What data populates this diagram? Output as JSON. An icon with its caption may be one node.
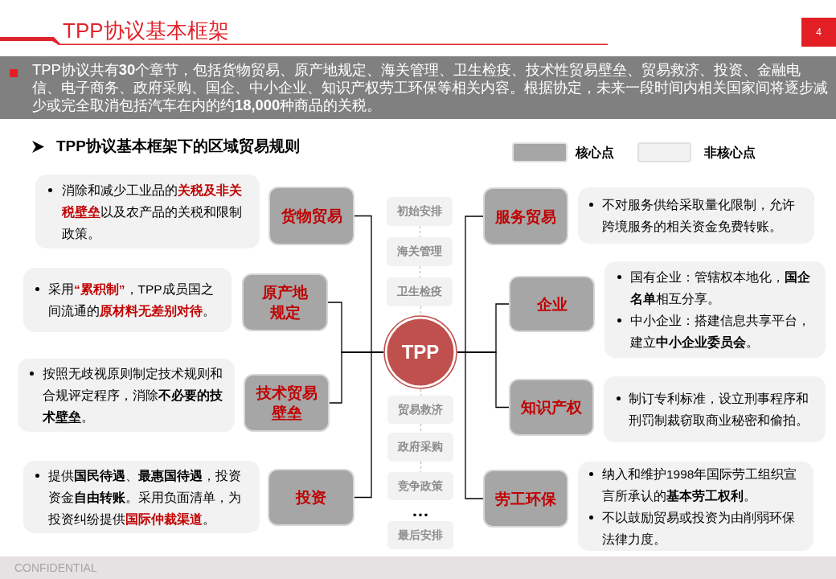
{
  "diagram": {
    "title": "TPP协议基本框架",
    "nodes": [
      {
        "text": [
          "4"
        ]
      },
      {
        "text": [
          "TPP协议共有**30**个章节，包括货物贸易、原产地规定、海关管理、卫生检疫、技术性贸易壁垒、贸易救济、投资、金融电信、电子商务、政府采购、国企、中小企业、知识产权劳工环保等相关内容。根据协定，未来一段时间内相关国家间将逐步减少或完全取消包括汽车在内的约**18,000**种商品的关税。"
        ]
      },
      {
        "text": [
          "消除和减少工业品的**关税及非关税壁垒**以及农产品的关税和限制政策。"
        ]
      },
      {
        "text": [
          "货物贸易"
        ]
      },
      {
        "text": [
          "初始安排"
        ]
      },
      {
        "text": [
          "服务贸易"
        ]
      },
      {
        "text": [
          "不对服务供给采取量化限制，允许跨境服务的相关资金免费转账。"
        ]
      },
      {
        "text": [
          "海关管理"
        ]
      },
      {
        "text": [
          "采用**“累积制”**，TPP成员国之间流通的**原材料无差别对待**。"
        ]
      },
      {
        "text": [
          "原产地规定"
        ]
      },
      {
        "text": [
          "卫生检疫"
        ]
      },
      {
        "text": [
          "企业"
        ]
      },
      {
        "text": [
          "国有企业：管辖权本地化，**国企名单**相互分享。",
          "中小企业：搭建信息共享平台，建立**中小企业委员会**。"
        ]
      },
      {
        "text": [
          "TPP"
        ]
      },
      {
        "text": [
          "按照无歧视原则制定技术规则和合规评定程序，消除**不必要的技术壁垒**。"
        ]
      },
      {
        "text": [
          "技术贸易壁垒"
        ]
      },
      {
        "text": [
          "贸易救济"
        ]
      },
      {
        "text": [
          "知识产权"
        ]
      },
      {
        "text": [
          "制订专利标准，设立刑事程序和刑罚制裁窃取商业秘密和偷拍。"
        ]
      },
      {
        "text": [
          "政府采购"
        ]
      },
      {
        "text": [
          "提供**国民待遇**、**最惠国待遇**，投资资金**自由转账**。采用负面清单，为投资纠纷提供**国际仲裁渠道**。"
        ]
      },
      {
        "text": [
          "投资"
        ]
      },
      {
        "text": [
          "竞争政策"
        ]
      },
      {
        "text": [
          "劳工环保"
        ]
      },
      {
        "text": [
          "纳入和维护1998年国际劳工组织宣言所承认的**基本劳工权利**。",
          "不以鼓励贸易或投资为由削弱环保法律力度。"
        ]
      },
      {
        "text": [
          "最后安排"
        ]
      },
      {
        "text": [
          "CONFIDENTIAL"
        ]
      }
    ],
    "edges": [
      {
        "from": 13,
        "to": 3,
        "arrow": "none"
      },
      {
        "from": 13,
        "to": 9,
        "arrow": "none"
      },
      {
        "from": 13,
        "to": 15,
        "arrow": "none"
      },
      {
        "from": 13,
        "to": 21,
        "arrow": "none"
      },
      {
        "from": 13,
        "to": 5,
        "arrow": "none"
      },
      {
        "from": 13,
        "to": 11,
        "arrow": "none"
      },
      {
        "from": 13,
        "to": 17,
        "arrow": "none"
      },
      {
        "from": 13,
        "to": 23,
        "arrow": "none"
      },
      {
        "from": 4,
        "to": 7,
        "arrow": "none",
        "style": "dashed",
        "color": "#bfbfbf"
      },
      {
        "from": 7,
        "to": 10,
        "arrow": "none",
        "style": "dashed",
        "color": "#bfbfbf"
      },
      {
        "from": 10,
        "to": 13,
        "arrow": "none",
        "style": "dashed",
        "color": "#bfbfbf"
      },
      {
        "from": 13,
        "to": 16,
        "arrow": "none",
        "style": "dashed",
        "color": "#bfbfbf"
      },
      {
        "from": 16,
        "to": 19,
        "arrow": "none",
        "style": "dashed",
        "color": "#bfbfbf"
      },
      {
        "from": 19,
        "to": 22,
        "arrow": "none",
        "style": "dashed",
        "color": "#bfbfbf"
      }
    ],
    "labels": [
      "TPP协议基本框架下的区域贸易规则",
      "…"
    ],
    "legend": [
      {
        "text": "核心点",
        "color": "#a6a6a6"
      },
      {
        "text": "非核心点",
        "color": "#f2f2f2"
      }
    ]
  }
}
